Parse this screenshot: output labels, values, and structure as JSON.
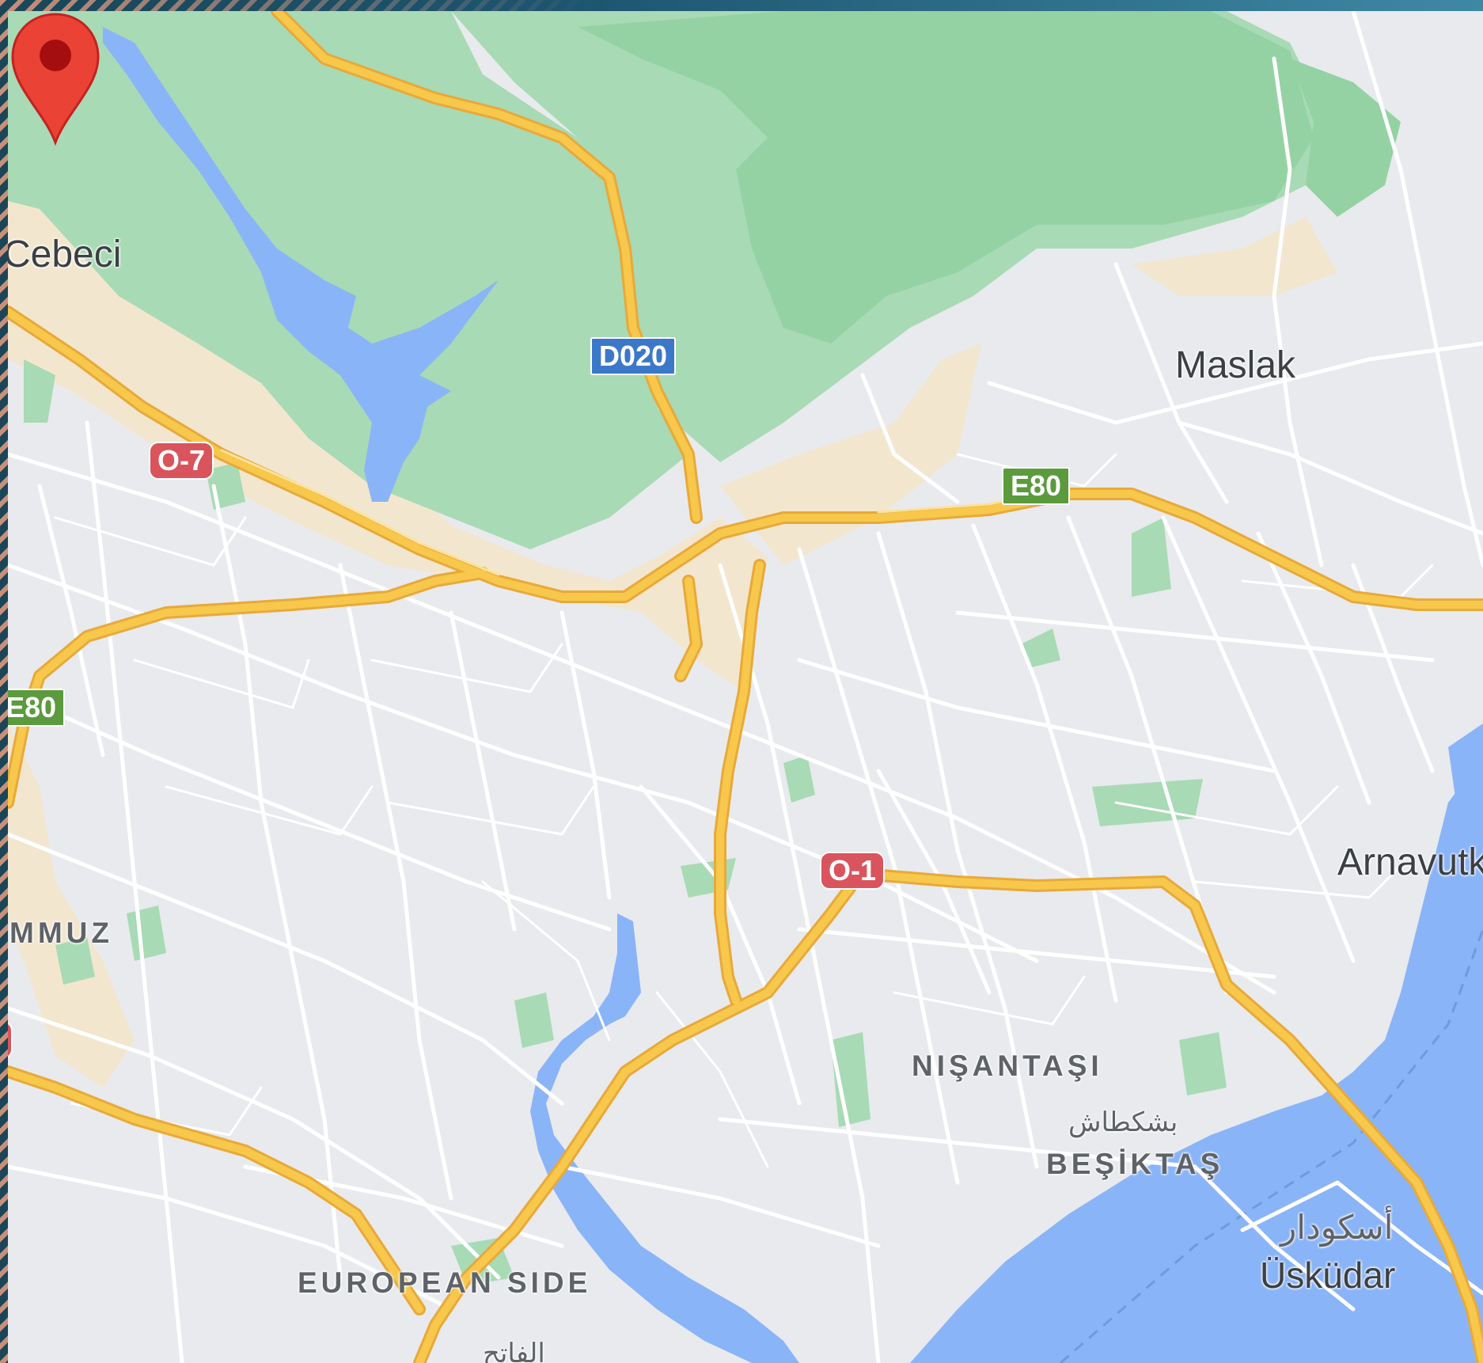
{
  "map": {
    "labels": {
      "cebeci": "Cebeci",
      "maslak": "Maslak",
      "arnavutkoy": "Arnavutk",
      "mmuz": "MMUZ",
      "nisantasi": "NIŞANTAŞI",
      "besiktas_ar": "بشكطاش",
      "besiktas": "BEŞİKTAŞ",
      "uskudar_ar": "أسكودار",
      "uskudar": "Üsküdar",
      "european_side": "EUROPEAN SIDE",
      "bottom_ar": "الفاتح"
    },
    "shields": {
      "d020": "D020",
      "o7": "O-7",
      "e80_right": "E80",
      "e80_left": "E80",
      "o1": "O-1"
    },
    "colors": {
      "land": "#e8eaed",
      "park": "#a8dab5",
      "park_dark": "#94d2a4",
      "water": "#8ab4f8",
      "sand": "#f3e6cf",
      "highway": "#f7c84b",
      "highway_edge": "#e8a93a",
      "street": "#ffffff",
      "pin": "#ea4335"
    },
    "marker_icon": "map-pin-icon"
  }
}
